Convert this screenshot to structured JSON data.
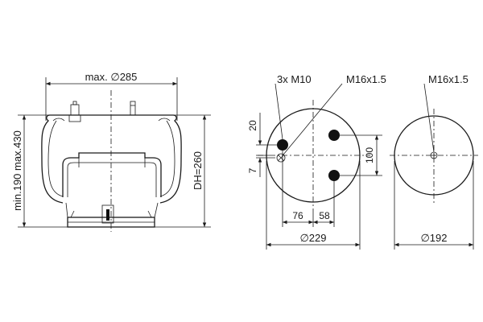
{
  "side_view": {
    "max_diameter_label": "max. ∅285",
    "height_range_label": "min.190 max.430",
    "design_height_label": "DH=260"
  },
  "top_view": {
    "bolt_label": "3x M10",
    "fitting_label": "M16x1.5",
    "dim_20": "20",
    "dim_7": "7",
    "dim_100": "100",
    "dim_76": "76",
    "dim_58": "58",
    "diameter_label": "∅229"
  },
  "bottom_view": {
    "fitting_label": "M16x1.5",
    "diameter_label": "∅192"
  }
}
